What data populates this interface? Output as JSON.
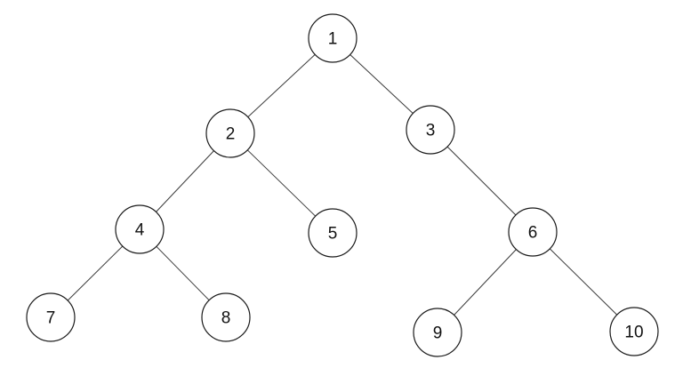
{
  "tree": {
    "nodes": [
      {
        "id": "1",
        "label": "1"
      },
      {
        "id": "2",
        "label": "2"
      },
      {
        "id": "3",
        "label": "3"
      },
      {
        "id": "4",
        "label": "4"
      },
      {
        "id": "5",
        "label": "5"
      },
      {
        "id": "6",
        "label": "6"
      },
      {
        "id": "7",
        "label": "7"
      },
      {
        "id": "8",
        "label": "8"
      },
      {
        "id": "9",
        "label": "9"
      },
      {
        "id": "10",
        "label": "10"
      }
    ],
    "edges": [
      {
        "from": "1",
        "to": "2"
      },
      {
        "from": "1",
        "to": "3"
      },
      {
        "from": "2",
        "to": "4"
      },
      {
        "from": "2",
        "to": "5"
      },
      {
        "from": "3",
        "to": "6"
      },
      {
        "from": "4",
        "to": "7"
      },
      {
        "from": "4",
        "to": "8"
      },
      {
        "from": "6",
        "to": "9"
      },
      {
        "from": "6",
        "to": "10"
      }
    ]
  }
}
